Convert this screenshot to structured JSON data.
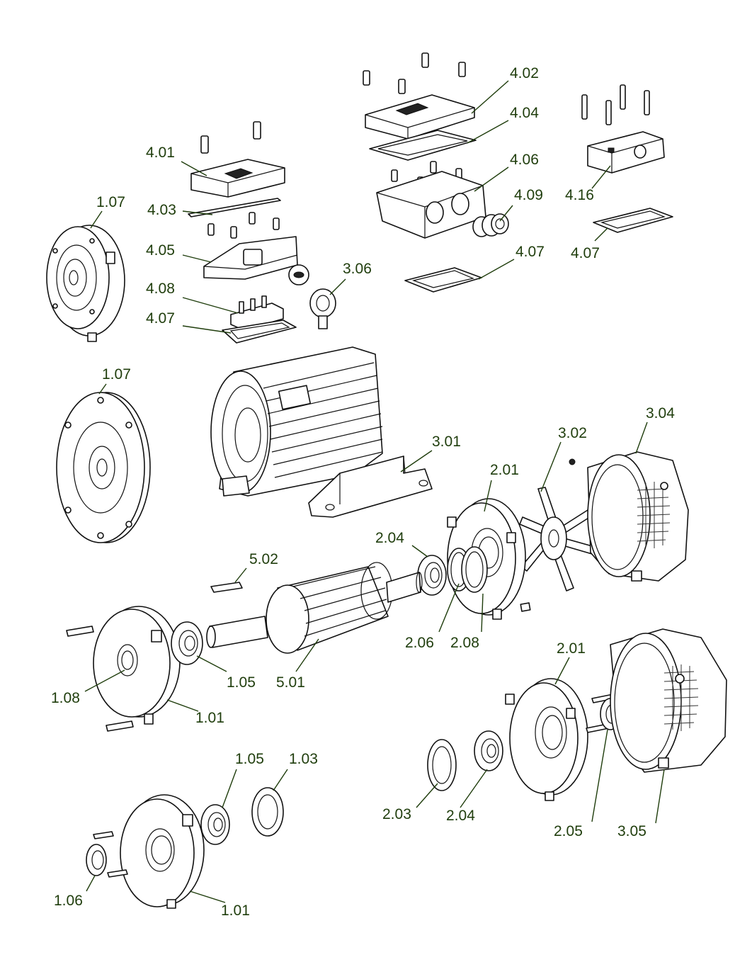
{
  "labels": {
    "l_4_01": "4.01",
    "l_4_03": "4.03",
    "l_4_05": "4.05",
    "l_4_08": "4.08",
    "l_4_07_a": "4.07",
    "l_4_02": "4.02",
    "l_4_04": "4.04",
    "l_4_06": "4.06",
    "l_4_09": "4.09",
    "l_4_07_b": "4.07",
    "l_4_16": "4.16",
    "l_4_07_c": "4.07",
    "l_1_07_a": "1.07",
    "l_1_07_b": "1.07",
    "l_3_06": "3.06",
    "l_3_01": "3.01",
    "l_3_02": "3.02",
    "l_3_04": "3.04",
    "l_2_01_a": "2.01",
    "l_2_04_a": "2.04",
    "l_5_02": "5.02",
    "l_2_06": "2.06",
    "l_2_08": "2.08",
    "l_1_05_a": "1.05",
    "l_5_01": "5.01",
    "l_1_08": "1.08",
    "l_1_01_a": "1.01",
    "l_2_01_b": "2.01",
    "l_1_05_b": "1.05",
    "l_1_03": "1.03",
    "l_2_03": "2.03",
    "l_2_04_b": "2.04",
    "l_2_05": "2.05",
    "l_3_05": "3.05",
    "l_1_06": "1.06",
    "l_1_01_b": "1.01"
  },
  "colors": {
    "label": "#1f3d0c",
    "outline": "#111111",
    "background": "#ffffff"
  }
}
